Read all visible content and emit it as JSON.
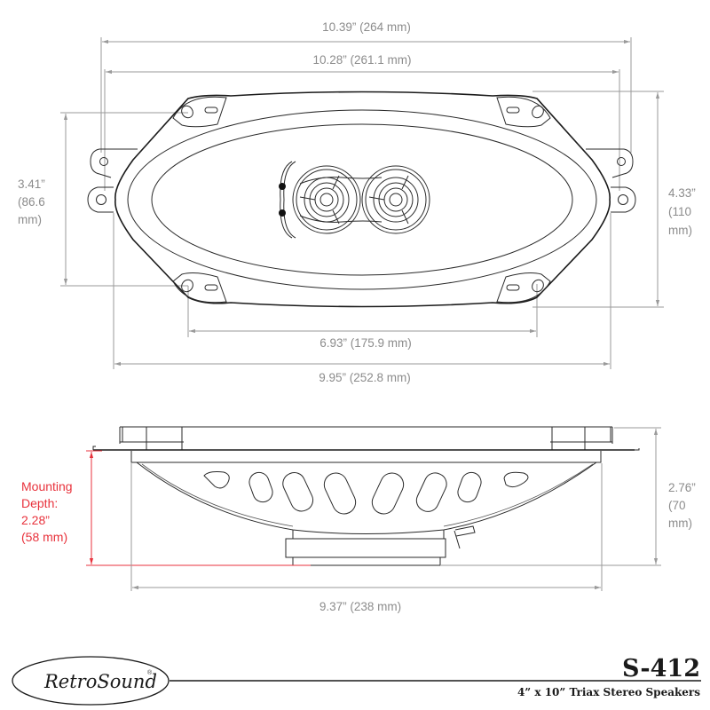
{
  "top_view": {
    "dimensions": {
      "overall_width": "10.39” (264 mm)",
      "tab_hole_spacing": "10.28” (261.1 mm)",
      "inner_hole_spacing": "6.93” (175.9 mm)",
      "frame_width": "9.95” (252.8 mm)",
      "hole_vertical_spacing": [
        "3.41”",
        "(86.6",
        "mm)"
      ],
      "overall_height": [
        "4.33”",
        "(110",
        "mm)"
      ]
    }
  },
  "side_view": {
    "mounting_depth": [
      "Mounting",
      "Depth:",
      "2.28”",
      "(58 mm)"
    ],
    "overall_depth": [
      "2.76”",
      "(70",
      "mm)"
    ],
    "basket_width": "9.37” (238 mm)"
  },
  "colors": {
    "dimension_gray": "#8c8c8c",
    "mounting_depth_red": "#e8323c",
    "line_black": "#1a1a1a"
  },
  "footer": {
    "brand_logo": "RetroSound",
    "registered_mark": "®",
    "model_number": "S-412",
    "product_description": "4” x 10” Triax Stereo Speakers"
  }
}
